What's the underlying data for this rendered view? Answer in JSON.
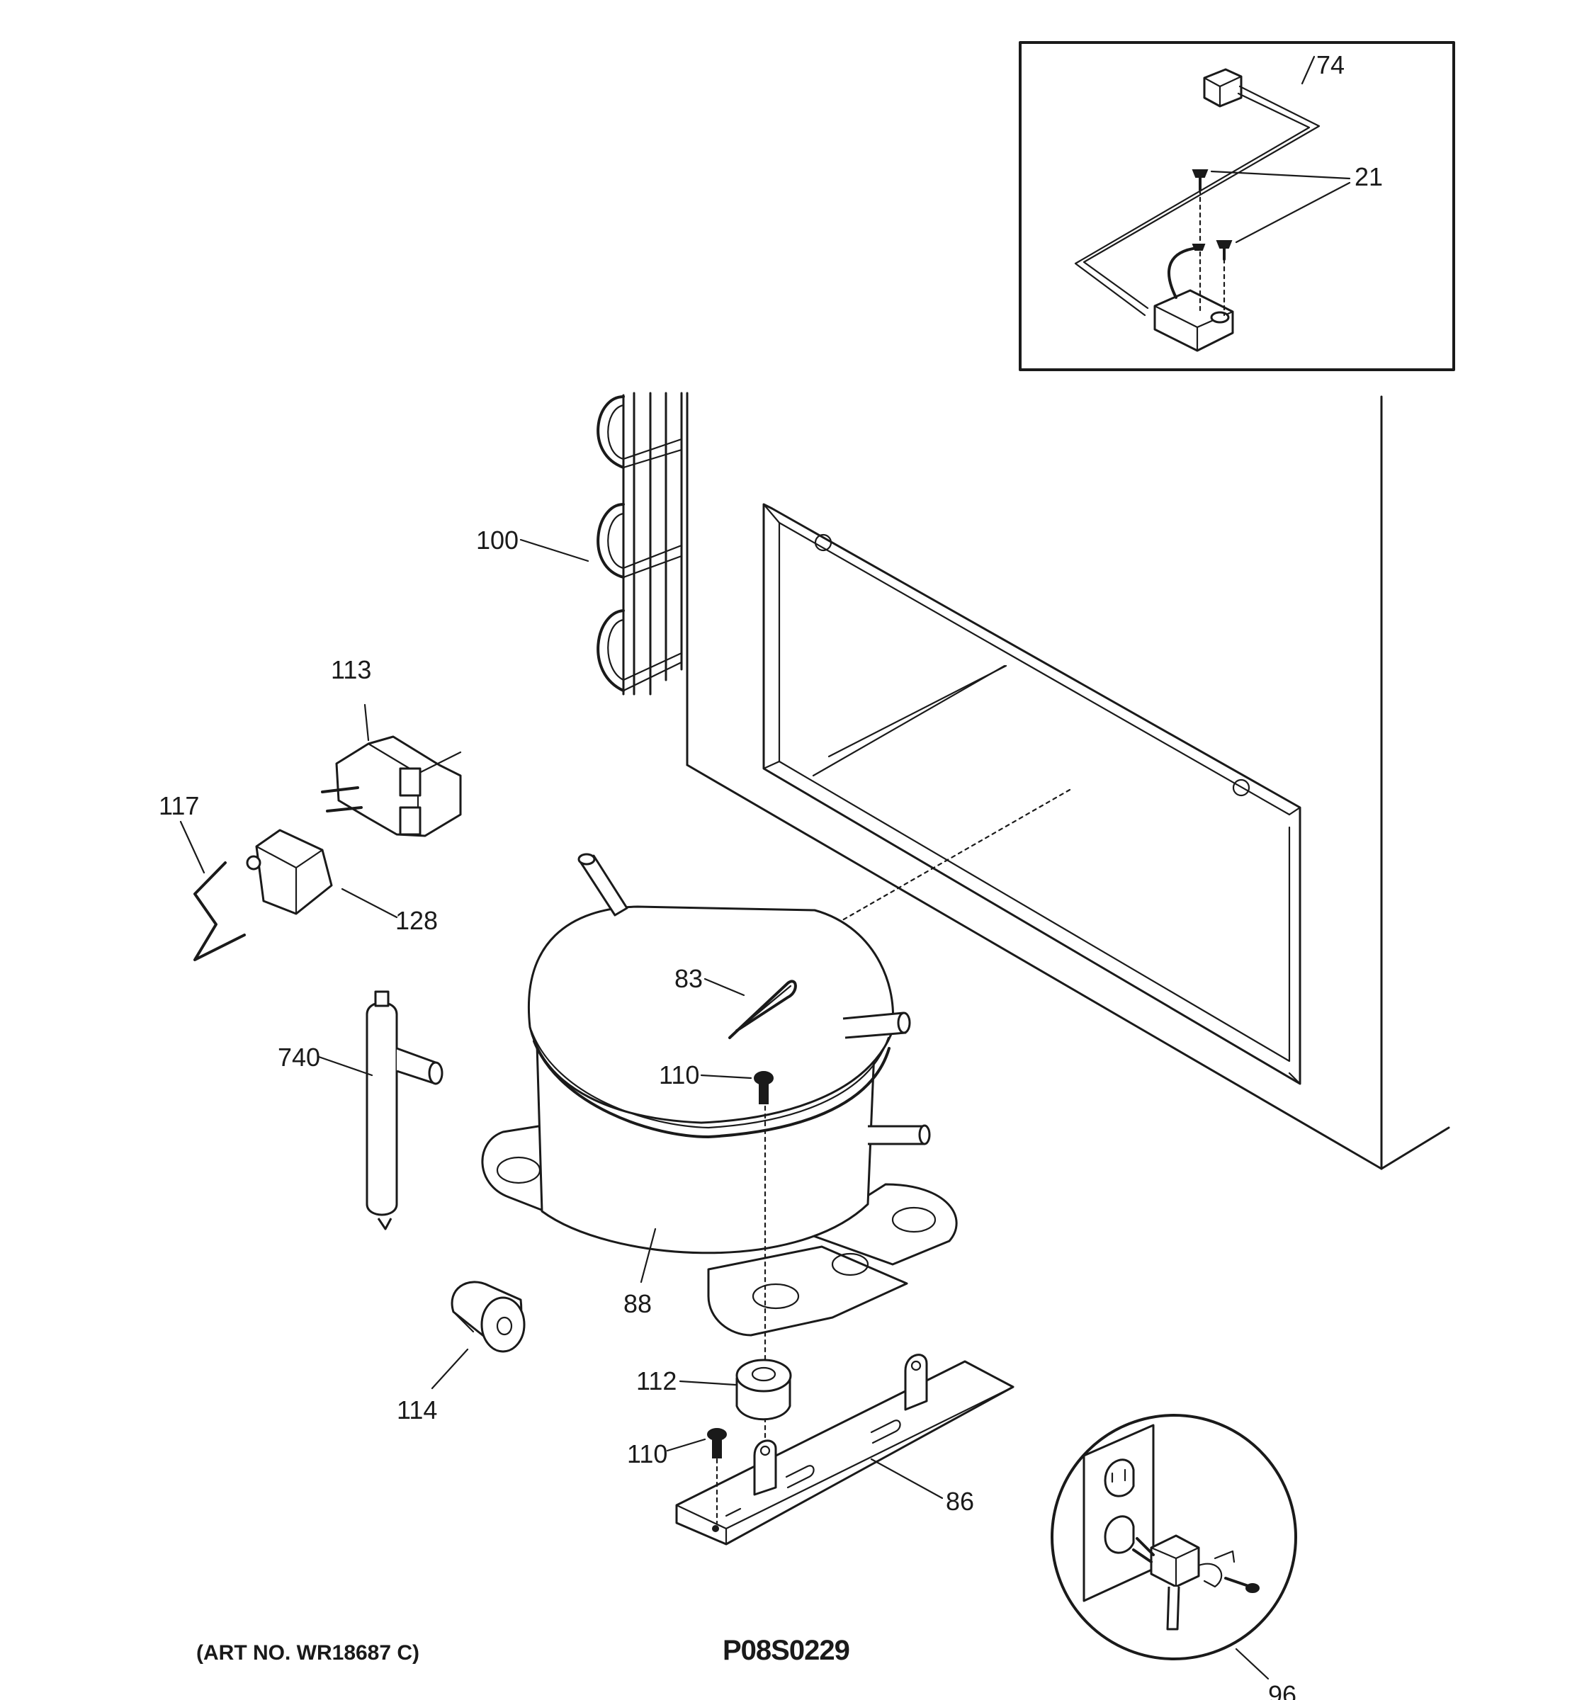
{
  "callouts": {
    "c74": "74",
    "c21": "21",
    "c100": "100",
    "c113": "113",
    "c117": "117",
    "c128": "128",
    "c83": "83",
    "c110_top": "110",
    "c740": "740",
    "c88": "88",
    "c114": "114",
    "c112": "112",
    "c110_bottom": "110",
    "c86": "86",
    "c96": "96"
  },
  "footer": {
    "art_no": "(ART NO. WR18687 C)",
    "code": "P08S0229"
  }
}
